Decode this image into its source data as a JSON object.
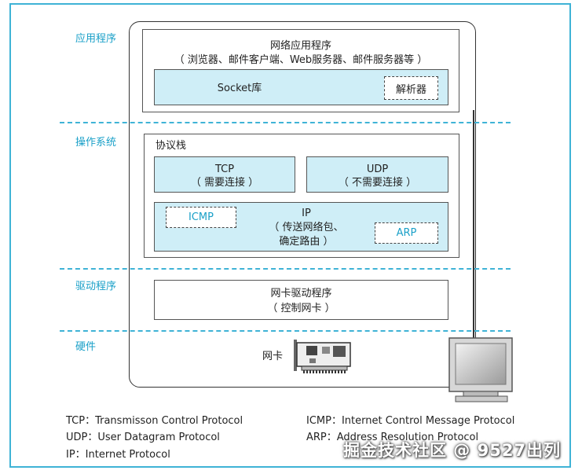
{
  "layers": {
    "app": "应用程序",
    "os": "操作系统",
    "driver": "驱动程序",
    "hardware": "硬件"
  },
  "app_box": {
    "title": "网络应用程序",
    "subtitle": "（ 浏览器、邮件客户端、Web服务器、邮件服务器等 ）",
    "socket": "Socket库",
    "resolver": "解析器"
  },
  "protocol_stack": {
    "title": "协议栈",
    "tcp": "TCP",
    "tcp_note": "（ 需要连接 ）",
    "udp": "UDP",
    "udp_note": "（ 不需要连接 ）",
    "ip": "IP",
    "ip_note_1": "（ 传送网络包、",
    "ip_note_2": "确定路由 ）",
    "icmp": "ICMP",
    "arp": "ARP"
  },
  "driver_box": {
    "title": "网卡驱动程序",
    "note": "（ 控制网卡 ）"
  },
  "hardware": {
    "nic_label": "网卡",
    "nic_icon": "network-card-icon",
    "computer_icon": "monitor-icon"
  },
  "legend": {
    "tcp": "TCP：Transmisson Control Protocol",
    "udp": "UDP：User Datagram Protocol",
    "ip": "IP：Internet Protocol",
    "icmp": "ICMP：Internet Control Message Protocol",
    "arp": "ARP：Address Resolution Protocol"
  },
  "watermark": "掘金技术社区 @ 9527出列",
  "colors": {
    "accent": "#1aa0c8",
    "frame": "#3fb3d6",
    "fill": "#cfeef7"
  }
}
